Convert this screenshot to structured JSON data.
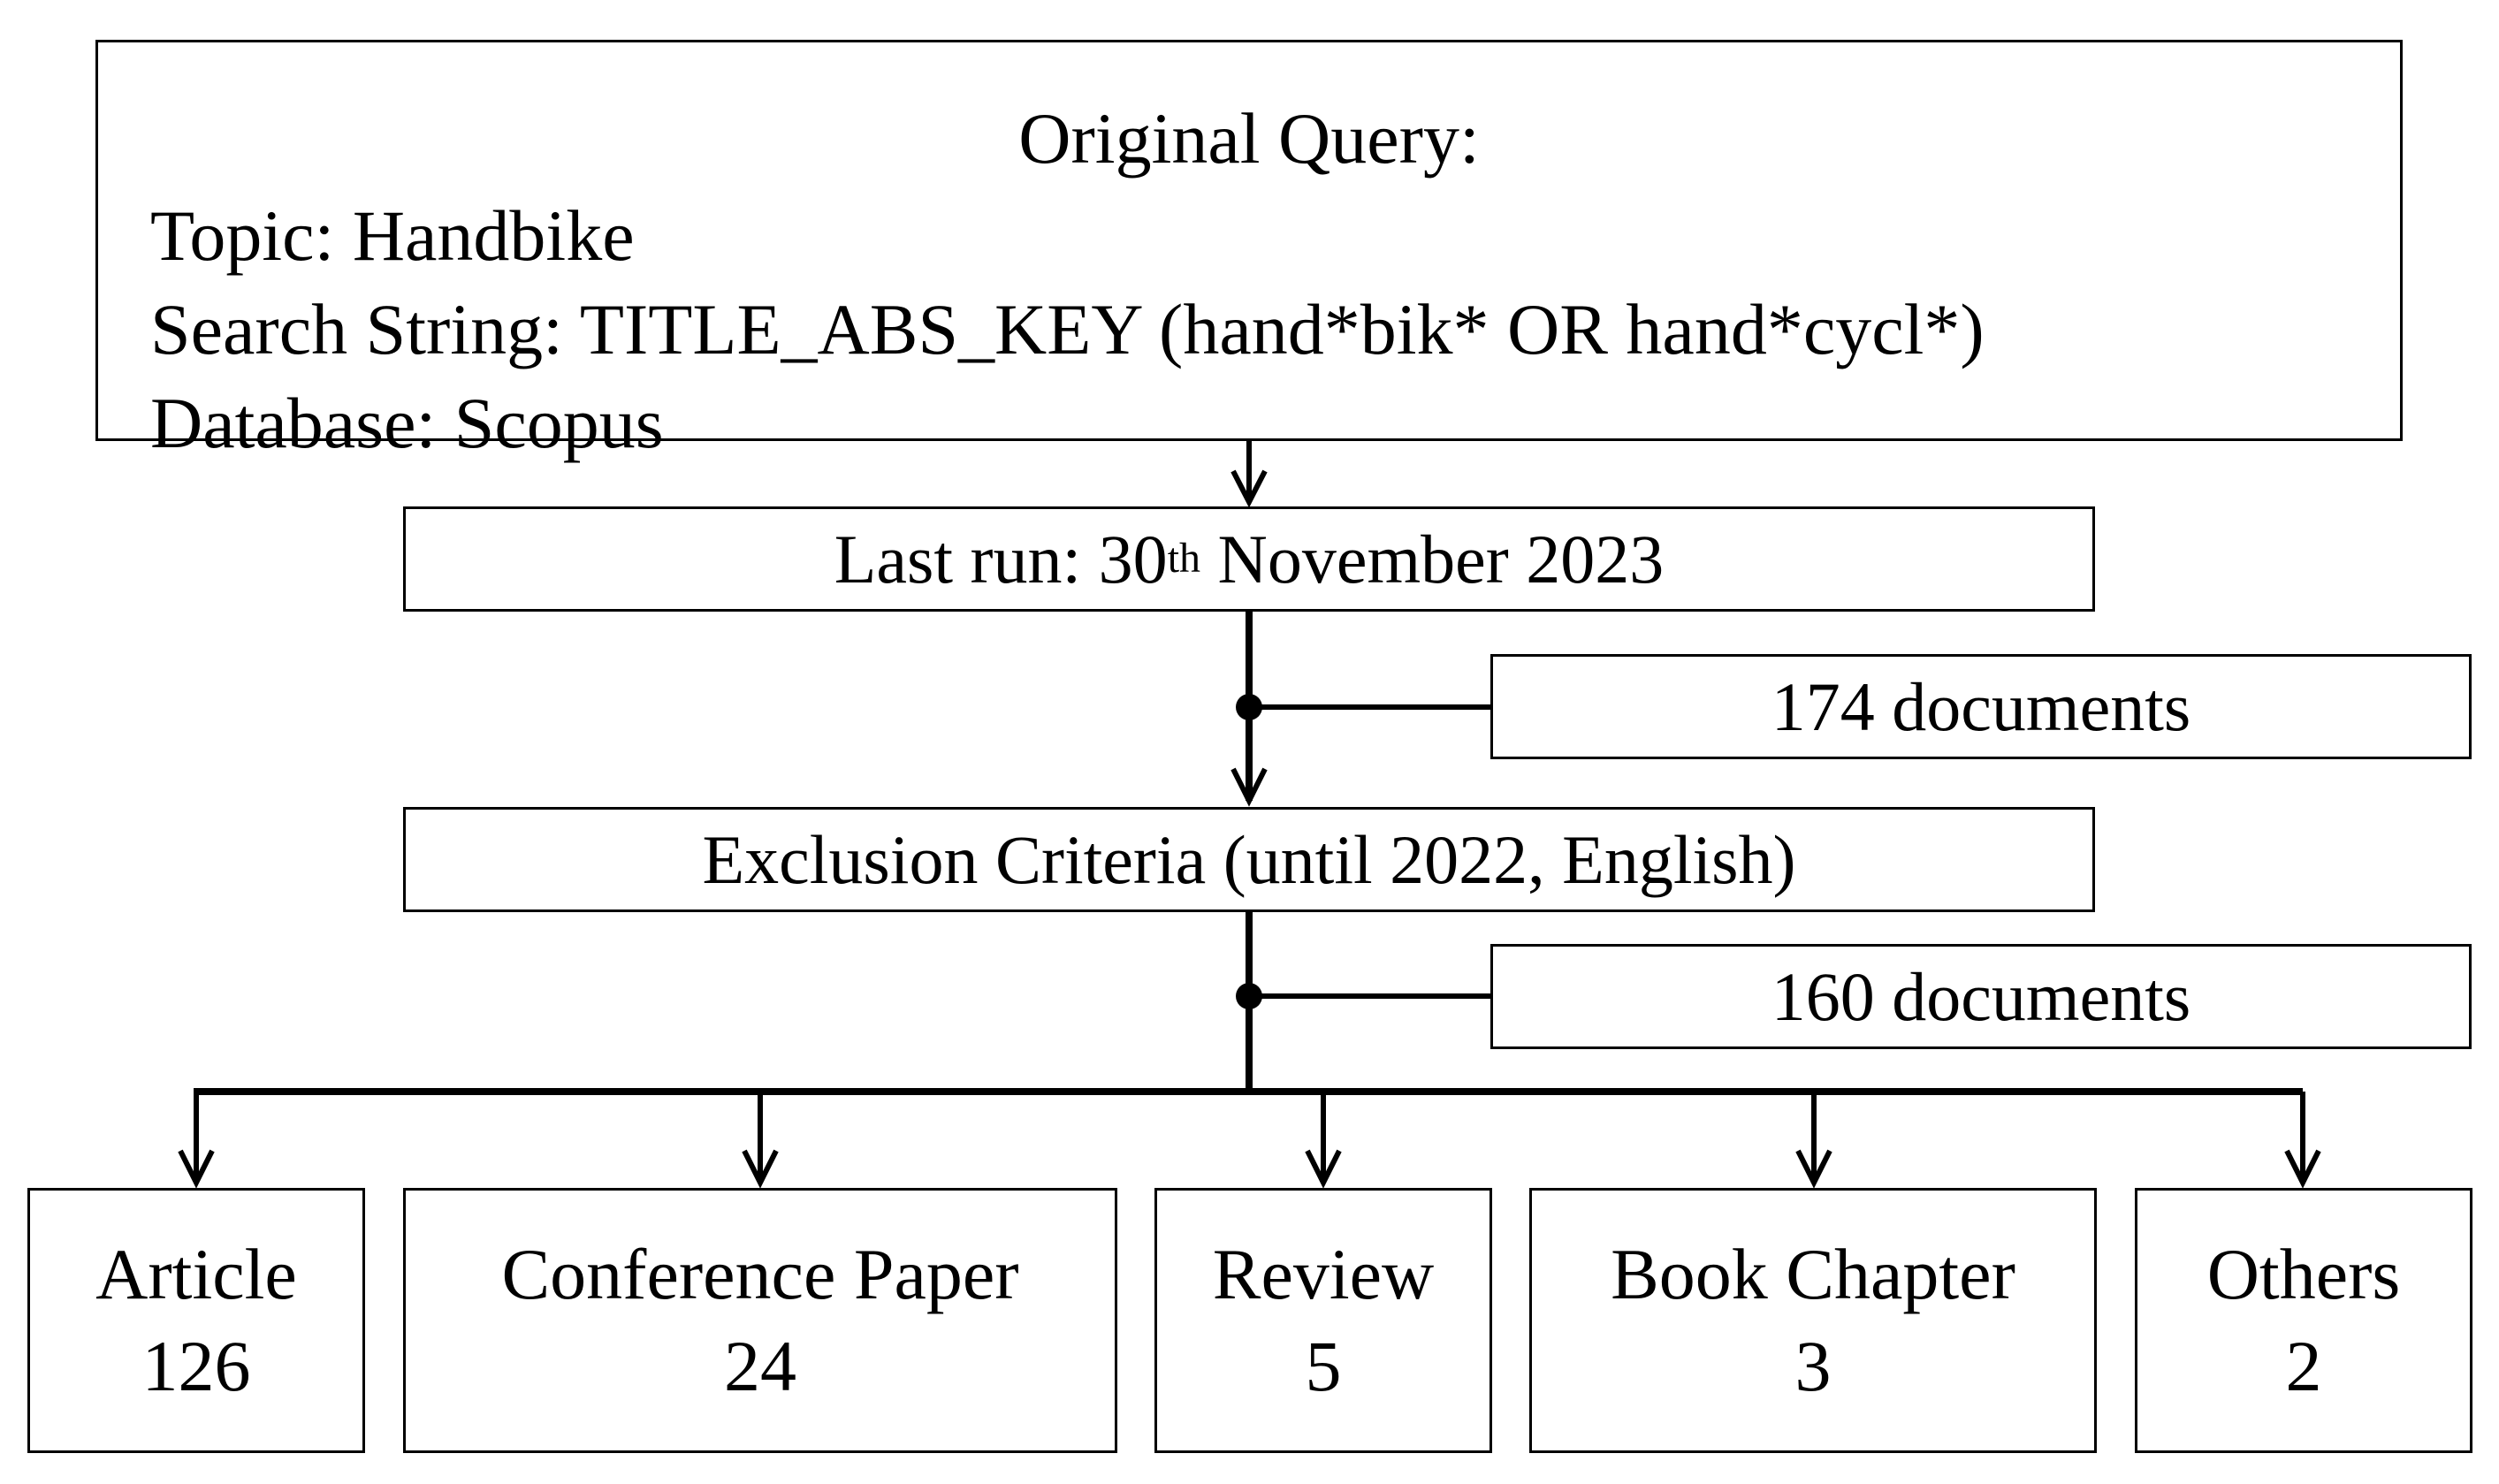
{
  "query": {
    "title": "Original Query:",
    "topic": "Topic: Handbike",
    "search_string": "Search String: TITLE_ABS_KEY (hand*bik* OR hand*cycl*)",
    "database": "Database: Scopus"
  },
  "last_run": {
    "prefix": "Last run: 30",
    "sup": "th",
    "suffix": " November 2023"
  },
  "counts": {
    "after_search": "174 documents",
    "after_exclusion": "160 documents"
  },
  "exclusion": {
    "label": "Exclusion Criteria (until 2022, English)"
  },
  "categories": [
    {
      "label": "Article",
      "count": "126"
    },
    {
      "label": "Conference Paper",
      "count": "24"
    },
    {
      "label": "Review",
      "count": "5"
    },
    {
      "label": "Book Chapter",
      "count": "3"
    },
    {
      "label": "Others",
      "count": "2"
    }
  ]
}
